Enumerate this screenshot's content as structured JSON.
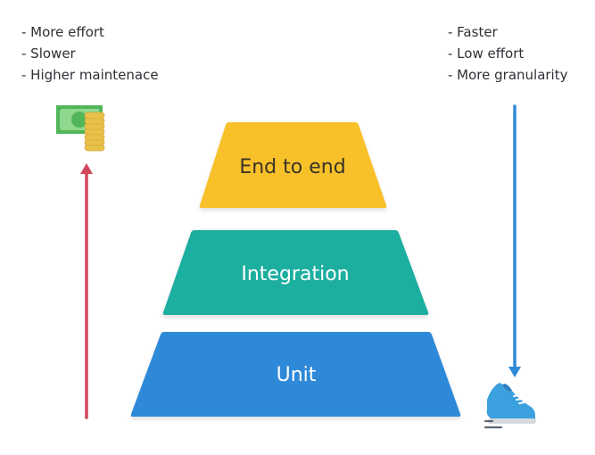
{
  "left_notes": {
    "items": [
      "- More effort",
      "- Slower",
      "- Higher maintenace"
    ]
  },
  "right_notes": {
    "items": [
      "- Faster",
      "- Low effort",
      "- More granularity"
    ]
  },
  "pyramid": {
    "layers": [
      {
        "label": "End to end",
        "color": "#f8c12c",
        "text_color": "#3a3326"
      },
      {
        "label": "Integration",
        "color": "#1aae9f",
        "text_color": "#ffffff"
      },
      {
        "label": "Unit",
        "color": "#2e89d8",
        "text_color": "#ffffff"
      }
    ]
  },
  "arrows": {
    "cost_arrow": {
      "direction": "up",
      "color": "#d0465c",
      "meaning": "cost increases upward"
    },
    "speed_arrow": {
      "direction": "down",
      "color": "#2e89d8",
      "meaning": "speed increases downward"
    }
  },
  "icons": {
    "money": "money-coins-icon",
    "shoe": "running-shoe-icon"
  }
}
